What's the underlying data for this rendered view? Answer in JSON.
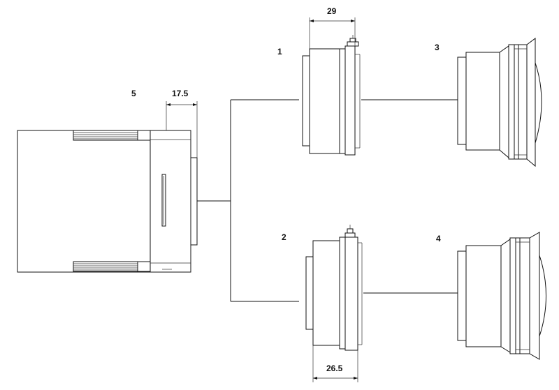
{
  "labels": {
    "part1": "1",
    "part2": "2",
    "part3": "3",
    "part4": "4",
    "part5": "5"
  },
  "dimensions": {
    "top_adapter_width": "29",
    "bottom_adapter_width": "26.5",
    "body_flange_depth": "17.5"
  }
}
